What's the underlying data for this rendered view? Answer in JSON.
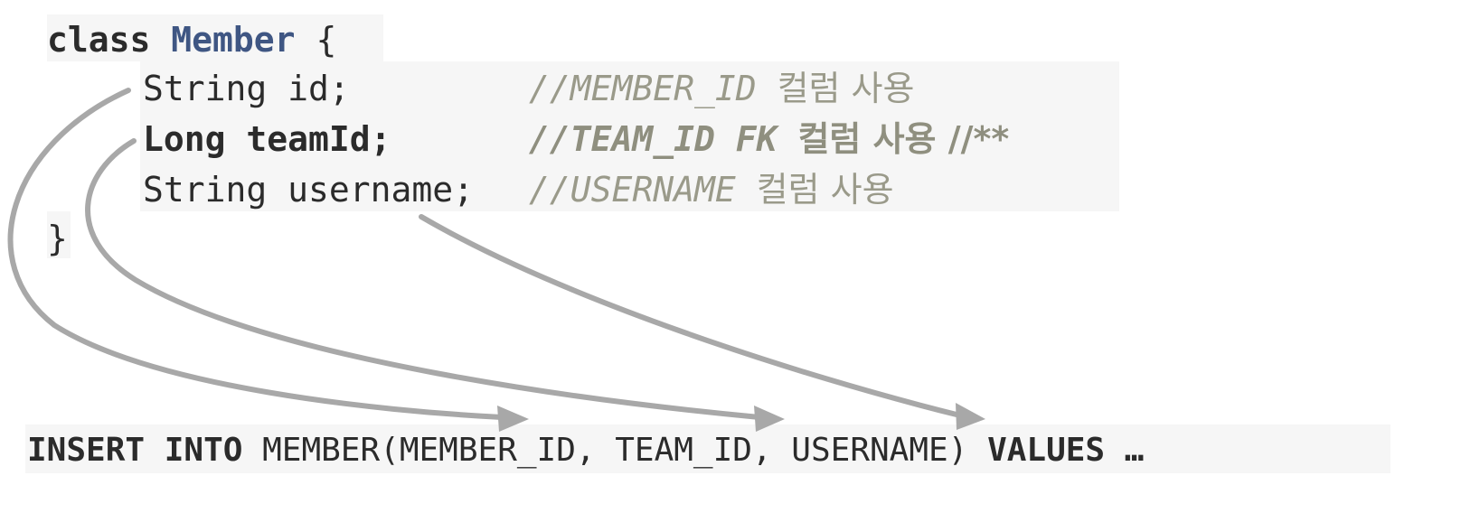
{
  "code": {
    "class_keyword": "class",
    "class_name": "Member",
    "open_brace": "{",
    "close_brace": "}",
    "fields": [
      {
        "declaration": "String id;",
        "comment_prefix": "//MEMBER_ID",
        "comment_suffix": "컬럼 사용",
        "bold": false
      },
      {
        "declaration": "Long teamId;",
        "comment_prefix": "//TEAM_ID FK",
        "comment_suffix": "컬럼 사용 //**",
        "bold": true
      },
      {
        "declaration": "String username;",
        "comment_prefix": "//USERNAME",
        "comment_suffix": "컬럼 사용",
        "bold": false
      }
    ]
  },
  "sql": {
    "insert_into": "INSERT INTO",
    "table_columns": "MEMBER(MEMBER_ID, TEAM_ID, USERNAME)",
    "values": "VALUES …"
  },
  "colors": {
    "arrow": "#a8a8a8",
    "class_name": "#3f5683",
    "comment": "#9a9a8a",
    "code_background": "#f6f6f6"
  },
  "icons": {
    "arrow_head": "arrow-head-icon"
  }
}
